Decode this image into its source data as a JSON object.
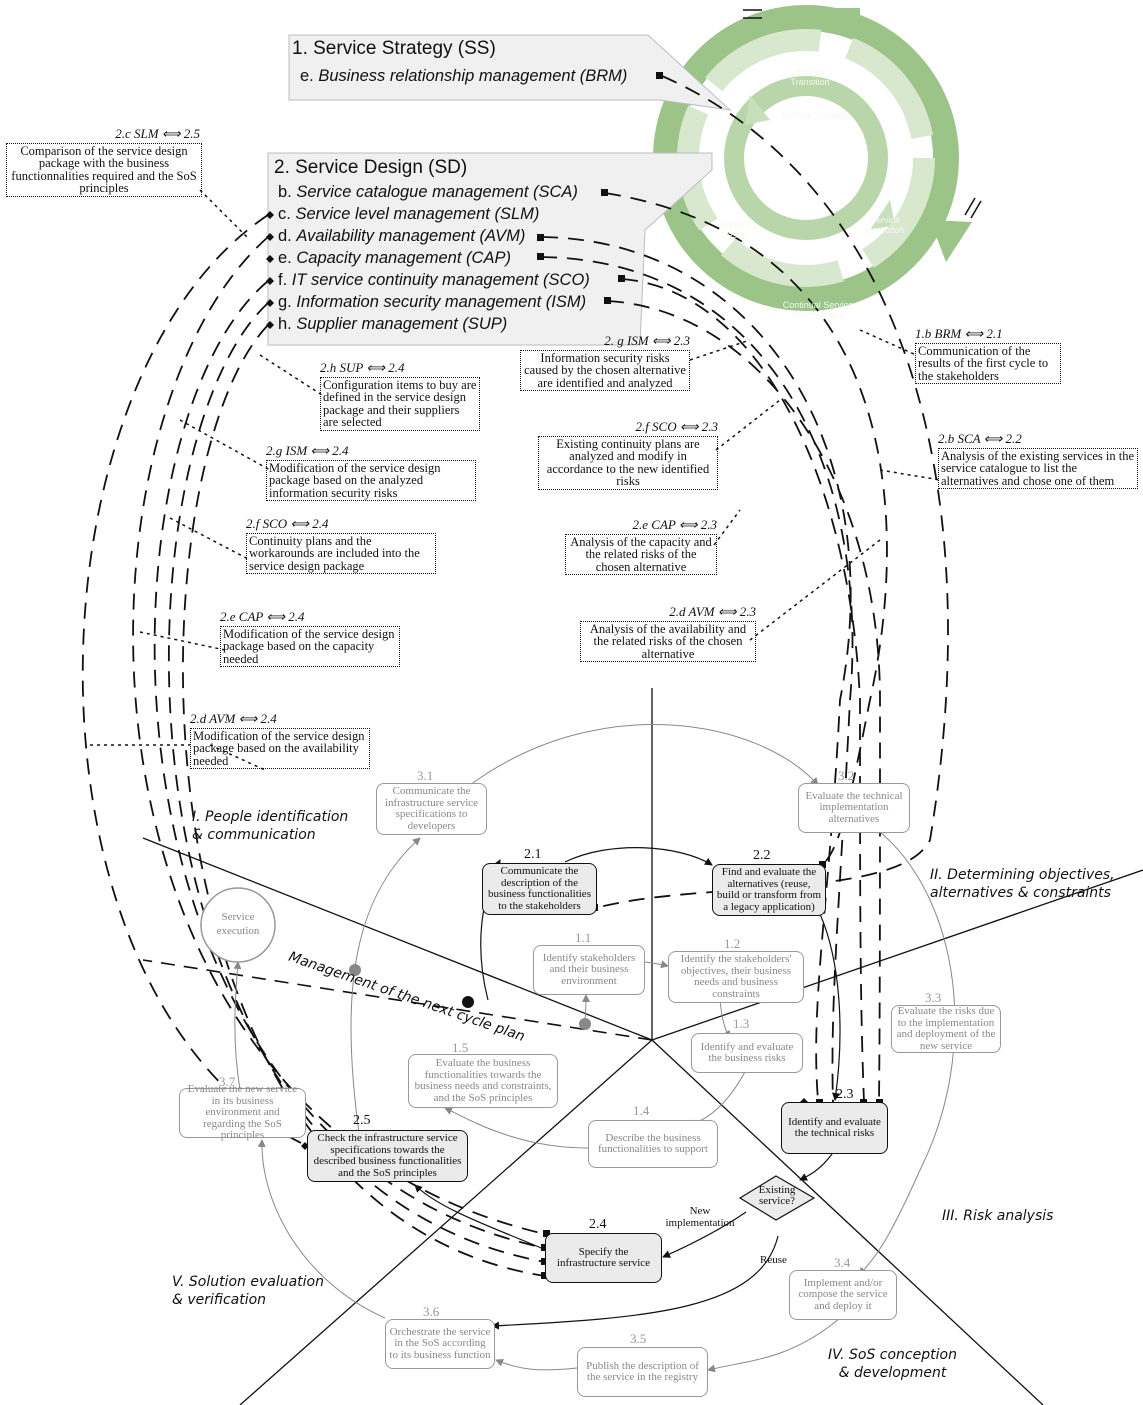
{
  "wheel": {
    "transition": "Service Transition",
    "strategy": "Service Strategy",
    "design": "Service Design",
    "operation": "Service Operation",
    "improvement": "Continual Service Improvement"
  },
  "ss_panel": {
    "title": "1. Service Strategy (SS)",
    "items": [
      {
        "prefix": "e.",
        "label": "Business relationship management (BRM)"
      }
    ]
  },
  "sd_panel": {
    "title": "2. Service Design (SD)",
    "items": [
      {
        "prefix": "b.",
        "label": "Service catalogue management (SCA)"
      },
      {
        "prefix": "c.",
        "label": "Service level management (SLM)"
      },
      {
        "prefix": "d.",
        "label": "Availability management (AVM)"
      },
      {
        "prefix": "e.",
        "label": "Capacity management (CAP)"
      },
      {
        "prefix": "f.",
        "label": "IT service continuity management (SCO)"
      },
      {
        "prefix": "g.",
        "label": "Information security management (ISM)"
      },
      {
        "prefix": "h.",
        "label": "Supplier management (SUP)"
      }
    ]
  },
  "notes": {
    "slm": {
      "head": "2.c SLM ⟺ 2.5",
      "text": "Comparison of the service design package with the business functionnalities required and the SoS principles"
    },
    "brm": {
      "head": "1.b BRM ⟺ 2.1",
      "text": "Communication of the results of the first cycle to the stakeholders"
    },
    "ism23": {
      "head": "2. g ISM ⟺ 2.3",
      "text": "Information security risks caused by the chosen alternative are identified and analyzed"
    },
    "sup24": {
      "head": "2.h SUP ⟺ 2.4",
      "text": "Configuration items to buy are defined in the service design package and their suppliers are selected"
    },
    "sco23": {
      "head": "2.f SCO ⟺ 2.3",
      "text": "Existing continuity plans are analyzed and modify in accordance to the new identified risks"
    },
    "sca22": {
      "head": "2.b SCA ⟺ 2.2",
      "text": "Analysis of the existing services in the service catalogue to list the alternatives and chose one of them"
    },
    "ism24": {
      "head": "2.g ISM ⟺ 2.4",
      "text": "Modification of the service design package based on the analyzed information security risks"
    },
    "sco24": {
      "head": "2.f SCO ⟺ 2.4",
      "text": "Continuity plans and the workarounds are included into the service design package"
    },
    "cap23": {
      "head": "2.e CAP ⟺ 2.3",
      "text": "Analysis of the capacity and the related risks of the chosen alternative"
    },
    "cap24": {
      "head": "2.e CAP ⟺ 2.4",
      "text": "Modification of the service design package based on the capacity needed"
    },
    "avm23": {
      "head": "2.d AVM ⟺ 2.3",
      "text": "Analysis of the availability and the related risks of the chosen alternative"
    },
    "avm24": {
      "head": "2.d AVM ⟺ 2.4",
      "text": "Modification of the service design package based on the availability needed"
    }
  },
  "quadrants": {
    "q1": "I. People identification\n& communication",
    "q2": "II. Determining objectives,\nalternatives & constraints",
    "q3": "III. Risk analysis",
    "q4": "IV. SoS conception\n& development",
    "q5": "V. Solution evaluation\n& verification",
    "plan": "Management of the next cycle plan"
  },
  "nodes": {
    "n11": {
      "num": "1.1",
      "text": "Identify stakeholders and their business environment"
    },
    "n12": {
      "num": "1.2",
      "text": "Identify the stakeholders' objectives, their business needs and business constraints"
    },
    "n13": {
      "num": "1.3",
      "text": "Identify and evaluate the business risks"
    },
    "n14": {
      "num": "1.4",
      "text": "Describe the business functionalities to support"
    },
    "n15": {
      "num": "1.5",
      "text": "Evaluate the business functionalities towards the business needs and constraints, and the SoS principles"
    },
    "n21": {
      "num": "2.1",
      "text": "Communicate the description of the business functionalities to the stakeholders"
    },
    "n22": {
      "num": "2.2",
      "text": "Find and evaluate the alternatives (reuse, build or transform from a legacy application)"
    },
    "n23": {
      "num": "2.3",
      "text": "Identify and evaluate the technical risks"
    },
    "n24": {
      "num": "2.4",
      "text": "Specify the infrastructure service"
    },
    "n25": {
      "num": "2.5",
      "text": "Check the infrastructure service specifications towards the described business functionalities and the SoS principles"
    },
    "n31": {
      "num": "3.1",
      "text": "Communicate the infrastructure service specifications to developers"
    },
    "n32": {
      "num": "3.2",
      "text": "Evaluate the technical implementation alternatives"
    },
    "n33": {
      "num": "3.3",
      "text": "Evaluate the risks due to the implementation and deployment of the new service"
    },
    "n34": {
      "num": "3.4",
      "text": "Implement and/or compose the service and deploy it"
    },
    "n35": {
      "num": "3.5",
      "text": "Publish the description of the service in the registry"
    },
    "n36": {
      "num": "3.6",
      "text": "Orchestrate the service in the SoS according to its business function"
    },
    "n37": {
      "num": "3.7",
      "text": "Evaluate the new service in its business environment and regarding the SoS principles"
    }
  },
  "decision": "Existing service?",
  "edges": {
    "new_impl": "New implementation",
    "reuse": "Reuse"
  },
  "execution": "Service execution",
  "colors": {
    "wheel_outer": "#9cc489",
    "wheel_inner": "#b8d6a9",
    "panel_fill": "#f0f0f0",
    "panel_stroke": "#bdbdbd",
    "node_dark_fill": "#ebebeb",
    "node_light_text": "#888888"
  }
}
